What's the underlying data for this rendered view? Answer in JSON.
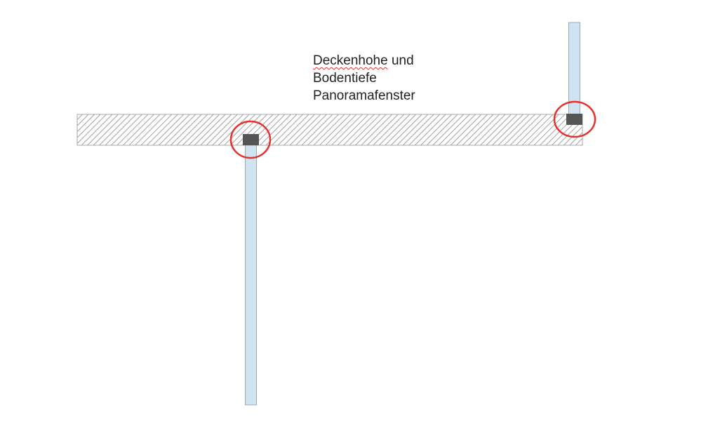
{
  "label": {
    "line1_word1": "Deckenhohe",
    "line1_word2": " und",
    "line2": "Bodentiefe",
    "line3": "Panoramafenster"
  },
  "colors": {
    "glass": "#cfe3f1",
    "glass_border": "#9aa9b5",
    "connector": "#555555",
    "highlight": "#e8302c",
    "hatch": "#888888"
  }
}
